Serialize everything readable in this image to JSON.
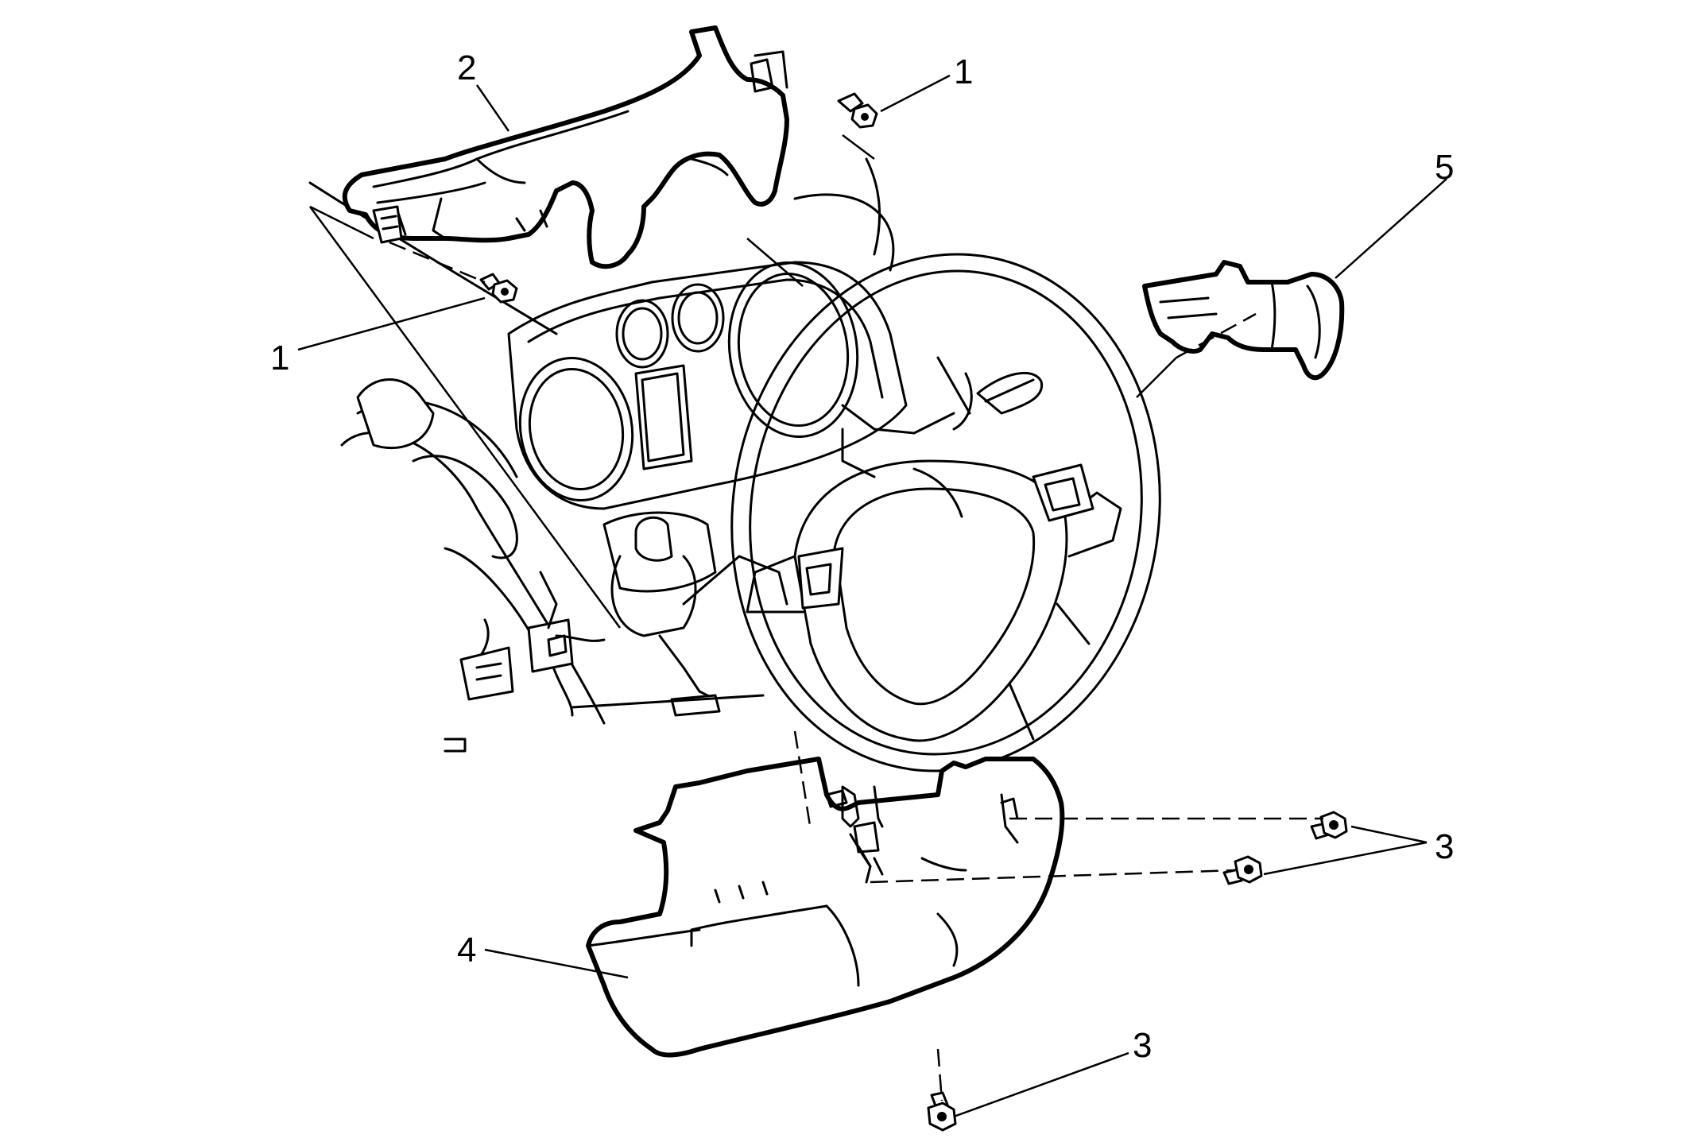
{
  "callouts": [
    {
      "id": "c1a",
      "label": "1"
    },
    {
      "id": "c1b",
      "label": "1"
    },
    {
      "id": "c2",
      "label": "2"
    },
    {
      "id": "c3a",
      "label": "3"
    },
    {
      "id": "c3b",
      "label": "3"
    },
    {
      "id": "c4",
      "label": "4"
    },
    {
      "id": "c5",
      "label": "5"
    }
  ]
}
